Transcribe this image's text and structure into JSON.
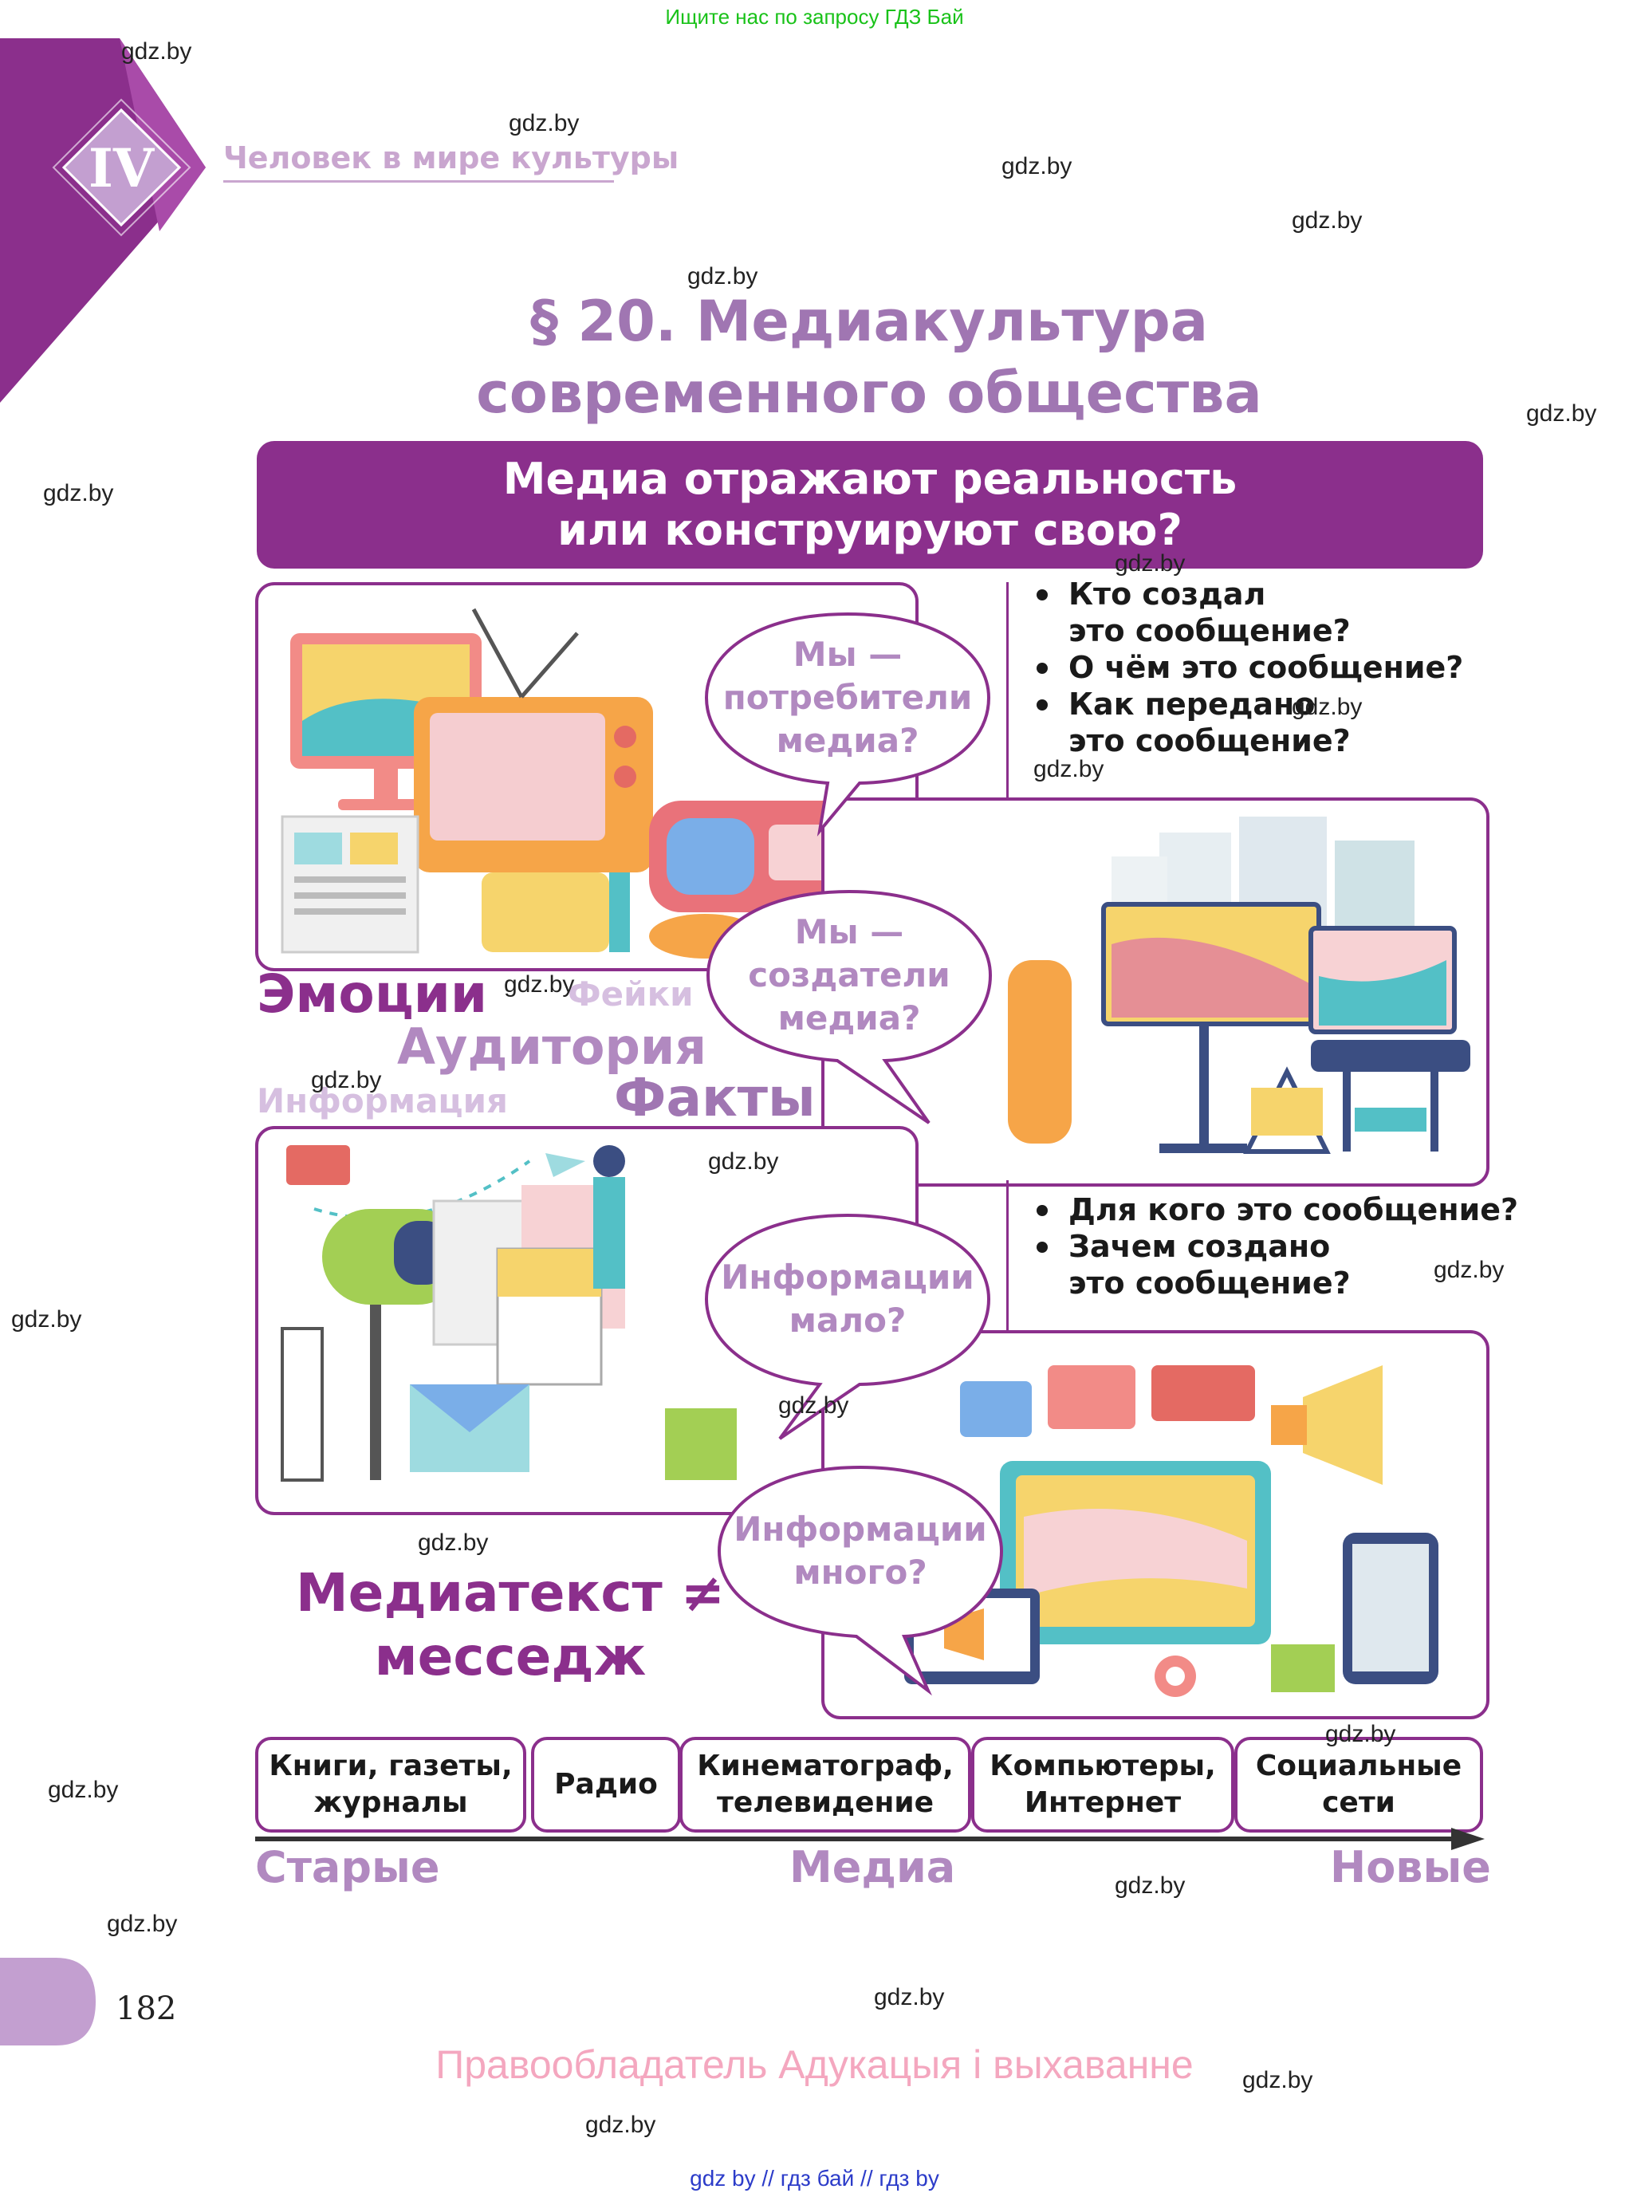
{
  "top_hint": "Ищите нас по запросу ГДЗ Бай",
  "chapter": {
    "roman": "IV",
    "label": "Человек в мире культуры"
  },
  "title": {
    "line1": "§ 20. Медиакультура",
    "line2": "современного общества"
  },
  "banner": {
    "line1": "Медиа отражают реальность",
    "line2": "или конструируют свою?"
  },
  "bubbles": [
    {
      "line1": "Мы —",
      "line2": "потребители",
      "line3": "медиа?"
    },
    {
      "line1": "Мы —",
      "line2": "создатели",
      "line3": "медиа?"
    },
    {
      "line1": "Информации",
      "line2": "мало?"
    },
    {
      "line1": "Информации",
      "line2": "много?"
    }
  ],
  "questions_top": [
    {
      "text": "Кто создал",
      "bullet": true
    },
    {
      "text": "это сообщение?",
      "bullet": false
    },
    {
      "text": "О чём это сообщение?",
      "bullet": true
    },
    {
      "text": "Как передано",
      "bullet": true
    },
    {
      "text": "это сообщение?",
      "bullet": false
    }
  ],
  "questions_bottom": [
    {
      "text": "Для кого это сообщение?",
      "bullet": true
    },
    {
      "text": "Зачем создано",
      "bullet": true
    },
    {
      "text": "это сообщение?",
      "bullet": false
    }
  ],
  "word_cloud": [
    "Эмоции",
    "Фейки",
    "Аудитория",
    "Информация",
    "Факты"
  ],
  "mediatext": {
    "line1": "Медиатекст ≠",
    "line2": "месседж"
  },
  "timeline": {
    "items": [
      {
        "line1": "Книги, газеты,",
        "line2": "журналы"
      },
      {
        "line1": "Радио",
        "line2": ""
      },
      {
        "line1": "Кинематограф,",
        "line2": "телевидение"
      },
      {
        "line1": "Компьютеры,",
        "line2": "Интернет"
      },
      {
        "line1": "Социальные",
        "line2": "сети"
      }
    ],
    "left_label": "Старые",
    "center_label": "Медиа",
    "right_label": "Новые"
  },
  "page_number": "182",
  "rights": "Правообладатель Адукацыя і выхаванне",
  "footer": "gdz by  //  гдз бай  //  гдз by",
  "watermark": "gdz.by",
  "colors": {
    "accent": "#8b2f8c",
    "light_accent": "#b189c0",
    "rights": "#f4a7bf",
    "hint": "#19c219",
    "footer": "#2c3cc9"
  }
}
